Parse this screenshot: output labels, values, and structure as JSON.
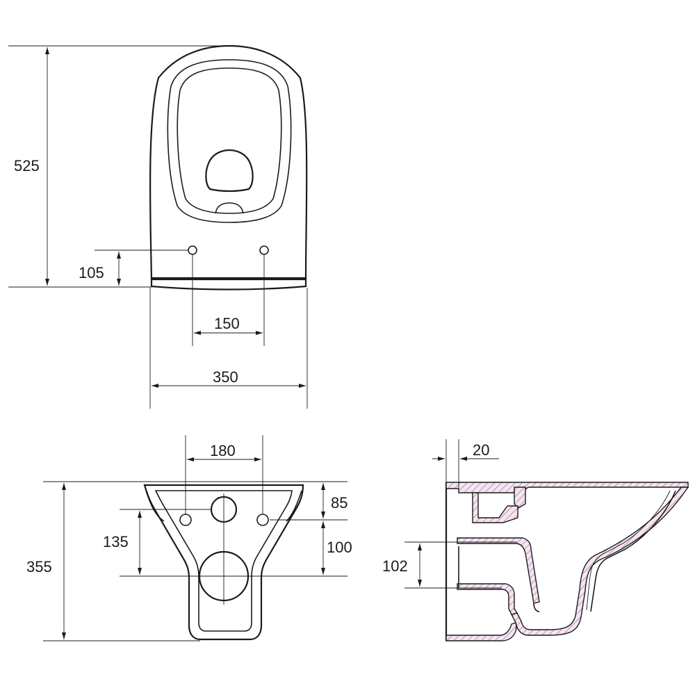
{
  "dimensions": {
    "top_view": {
      "height_total": "525",
      "hole_height": "105",
      "hole_spacing": "150",
      "width_total": "350"
    },
    "front_view": {
      "hole_spacing": "180",
      "height_total": "355",
      "to_outlet_center": "135",
      "top_to_holes": "85",
      "holes_to_outlet": "100"
    },
    "section_view": {
      "wall_gap": "20",
      "pipe_height": "102"
    }
  },
  "colors": {
    "line": "#1a1a1a",
    "section_fill": "#f4e6f0",
    "section_hatch": "#b07aa5"
  }
}
